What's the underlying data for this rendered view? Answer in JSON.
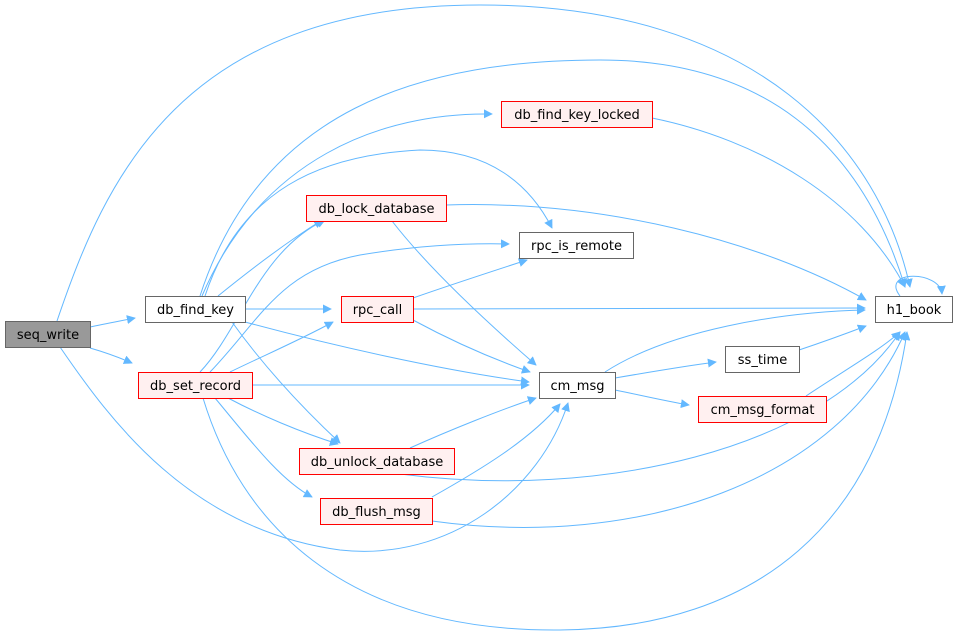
{
  "colors": {
    "edge": "#63b8ff",
    "focus_fill": "#999999",
    "focus_border": "#666666",
    "plain_border": "#666666",
    "plain_fill": "#ffffff",
    "truncated_border": "#ff0000",
    "truncated_fill": "#fff0f0"
  },
  "nodes": [
    {
      "id": "seq_write",
      "label": "seq_write",
      "style": "focus"
    },
    {
      "id": "db_find_key",
      "label": "db_find_key",
      "style": "plain"
    },
    {
      "id": "db_set_record",
      "label": "db_set_record",
      "style": "truncated"
    },
    {
      "id": "db_find_key_locked",
      "label": "db_find_key_locked",
      "style": "truncated"
    },
    {
      "id": "db_lock_database",
      "label": "db_lock_database",
      "style": "truncated"
    },
    {
      "id": "rpc_is_remote",
      "label": "rpc_is_remote",
      "style": "plain"
    },
    {
      "id": "rpc_call",
      "label": "rpc_call",
      "style": "truncated"
    },
    {
      "id": "cm_msg",
      "label": "cm_msg",
      "style": "plain"
    },
    {
      "id": "db_unlock_database",
      "label": "db_unlock_database",
      "style": "truncated"
    },
    {
      "id": "db_flush_msg",
      "label": "db_flush_msg",
      "style": "truncated"
    },
    {
      "id": "ss_time",
      "label": "ss_time",
      "style": "plain"
    },
    {
      "id": "cm_msg_format",
      "label": "cm_msg_format",
      "style": "truncated"
    },
    {
      "id": "h1_book",
      "label": "h1_book",
      "style": "plain"
    }
  ],
  "edges": [
    {
      "from": "seq_write",
      "to": "db_find_key"
    },
    {
      "from": "seq_write",
      "to": "db_set_record"
    },
    {
      "from": "seq_write",
      "to": "h1_book"
    },
    {
      "from": "seq_write",
      "to": "cm_msg"
    },
    {
      "from": "db_find_key",
      "to": "db_find_key_locked"
    },
    {
      "from": "db_find_key",
      "to": "db_lock_database"
    },
    {
      "from": "db_find_key",
      "to": "rpc_is_remote"
    },
    {
      "from": "db_find_key",
      "to": "rpc_call"
    },
    {
      "from": "db_find_key",
      "to": "cm_msg"
    },
    {
      "from": "db_find_key",
      "to": "db_unlock_database"
    },
    {
      "from": "db_find_key",
      "to": "h1_book"
    },
    {
      "from": "db_set_record",
      "to": "db_lock_database"
    },
    {
      "from": "db_set_record",
      "to": "rpc_is_remote"
    },
    {
      "from": "db_set_record",
      "to": "rpc_call"
    },
    {
      "from": "db_set_record",
      "to": "cm_msg"
    },
    {
      "from": "db_set_record",
      "to": "db_unlock_database"
    },
    {
      "from": "db_set_record",
      "to": "db_flush_msg"
    },
    {
      "from": "db_set_record",
      "to": "h1_book"
    },
    {
      "from": "db_find_key_locked",
      "to": "h1_book"
    },
    {
      "from": "db_lock_database",
      "to": "cm_msg"
    },
    {
      "from": "db_lock_database",
      "to": "h1_book"
    },
    {
      "from": "rpc_call",
      "to": "rpc_is_remote"
    },
    {
      "from": "rpc_call",
      "to": "cm_msg"
    },
    {
      "from": "rpc_call",
      "to": "h1_book"
    },
    {
      "from": "cm_msg",
      "to": "ss_time"
    },
    {
      "from": "cm_msg",
      "to": "cm_msg_format"
    },
    {
      "from": "cm_msg",
      "to": "h1_book"
    },
    {
      "from": "db_unlock_database",
      "to": "cm_msg"
    },
    {
      "from": "db_unlock_database",
      "to": "h1_book"
    },
    {
      "from": "db_flush_msg",
      "to": "cm_msg"
    },
    {
      "from": "db_flush_msg",
      "to": "h1_book"
    },
    {
      "from": "ss_time",
      "to": "h1_book"
    },
    {
      "from": "cm_msg_format",
      "to": "h1_book"
    },
    {
      "from": "h1_book",
      "to": "h1_book"
    }
  ]
}
